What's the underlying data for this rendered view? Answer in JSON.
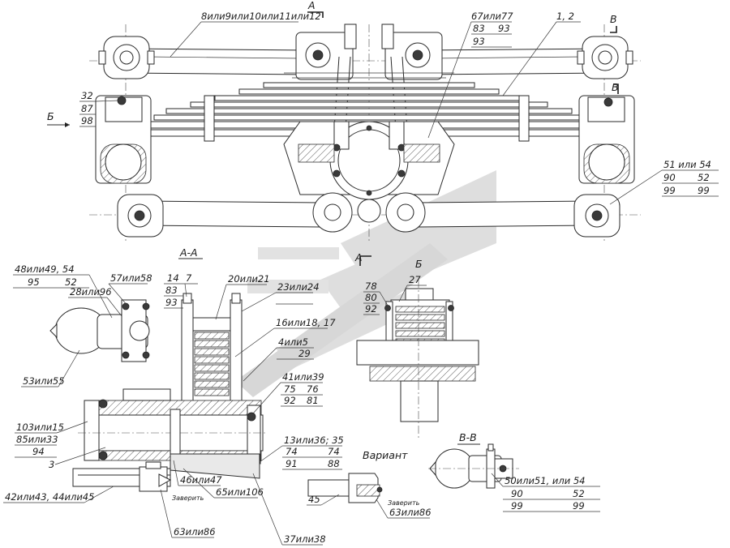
{
  "section_marks": {
    "a_top": "А",
    "v_top": "В",
    "v_mid": "В",
    "b_side": "Б",
    "a_mid": "А",
    "aa_title": "А-А",
    "b_title": "Б",
    "vv_title": "В-В",
    "variant": "Вариант"
  },
  "callouts": {
    "top_left_long": "8или9или10или11или12",
    "top_mid_1": "67или77",
    "top_mid_2a": "83",
    "top_mid_2b": "93",
    "top_mid_3": "93",
    "top_right_12": "1, 2",
    "left_32": "32",
    "left_87": "87",
    "left_98": "98",
    "right_1a": "51 или  54",
    "right_2a": "90",
    "right_2b": "52",
    "right_3a": "99",
    "right_3b": "99",
    "aa_1a": "48или49,  54",
    "aa_2a": "95",
    "aa_2b": "52",
    "aa_57": "57или58",
    "aa_28": "28или96",
    "aa_53": "53или55",
    "aa_14": "14",
    "aa_83": "83",
    "aa_93": "93",
    "aa_7": "7",
    "aa_20": "20или21",
    "aa_23": "23или24",
    "aa_23b": "",
    "aa_16": "16или18,  17",
    "aa_4": "4или5",
    "aa_29": "29",
    "aa_41": "41или39",
    "aa_75": "75",
    "aa_76": "76",
    "aa_92": "92",
    "aa_81": "81",
    "aa_103": "103или15",
    "aa_85": "85или33",
    "aa_94": "94",
    "aa_3": "3",
    "aa_13": "13или36;  35",
    "aa_74a": "74",
    "aa_74b": "74",
    "aa_91": "91",
    "aa_88": "88",
    "aa_46": "46или47",
    "aa_65": "65или106",
    "aa_42": "42или43,  44или45",
    "aa_63": "63или86",
    "aa_37": "37или38",
    "b_27": "27",
    "b_78": "78",
    "b_80": "80",
    "b_92": "92",
    "var_45": "45",
    "var_63": "63или86",
    "vv_50": "50или51,  или  54",
    "vv_90": "90",
    "vv_52": "52",
    "vv_99a": "99",
    "vv_99b": "99",
    "zaver1": "Заверить",
    "zaver2": "Заверить"
  }
}
